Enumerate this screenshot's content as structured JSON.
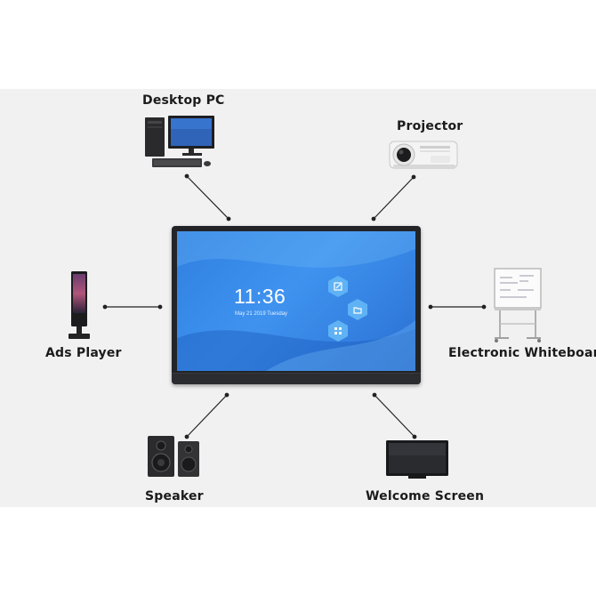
{
  "devices": {
    "desktop_pc": {
      "label": "Desktop PC",
      "icon": "desktop-pc-icon"
    },
    "projector": {
      "label": "Projector",
      "icon": "projector-icon"
    },
    "ads_player": {
      "label": "Ads Player",
      "icon": "kiosk-icon"
    },
    "electronic_whiteboard": {
      "label": "Electronic Whiteboard",
      "icon": "whiteboard-icon"
    },
    "speaker": {
      "label": "Speaker",
      "icon": "speaker-icon"
    },
    "welcome_screen": {
      "label": "Welcome Screen",
      "icon": "tv-icon"
    }
  },
  "display": {
    "time": "11:36",
    "date": "May 21  2019  Tuesday"
  },
  "colors": {
    "panel_background": "#f1f1f1",
    "screen_blue": "#3a8ae8",
    "connector": "#222222"
  }
}
